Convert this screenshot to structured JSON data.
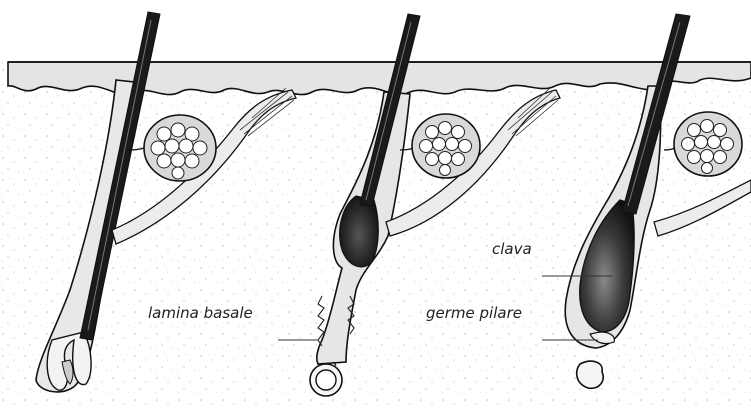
{
  "colors": {
    "background": "#ffffff",
    "dermis_speckle": "#cfcfcf",
    "epidermis_fill": "#e4e4e4",
    "outline": "#111111",
    "hair_shaft": "#1a1a1a",
    "bulb_dark": "#222222",
    "leader_line": "#333333"
  },
  "labels": {
    "lamina_basale": "lamina basale",
    "clava": "clava",
    "germe_pilare": "germe pilare"
  }
}
